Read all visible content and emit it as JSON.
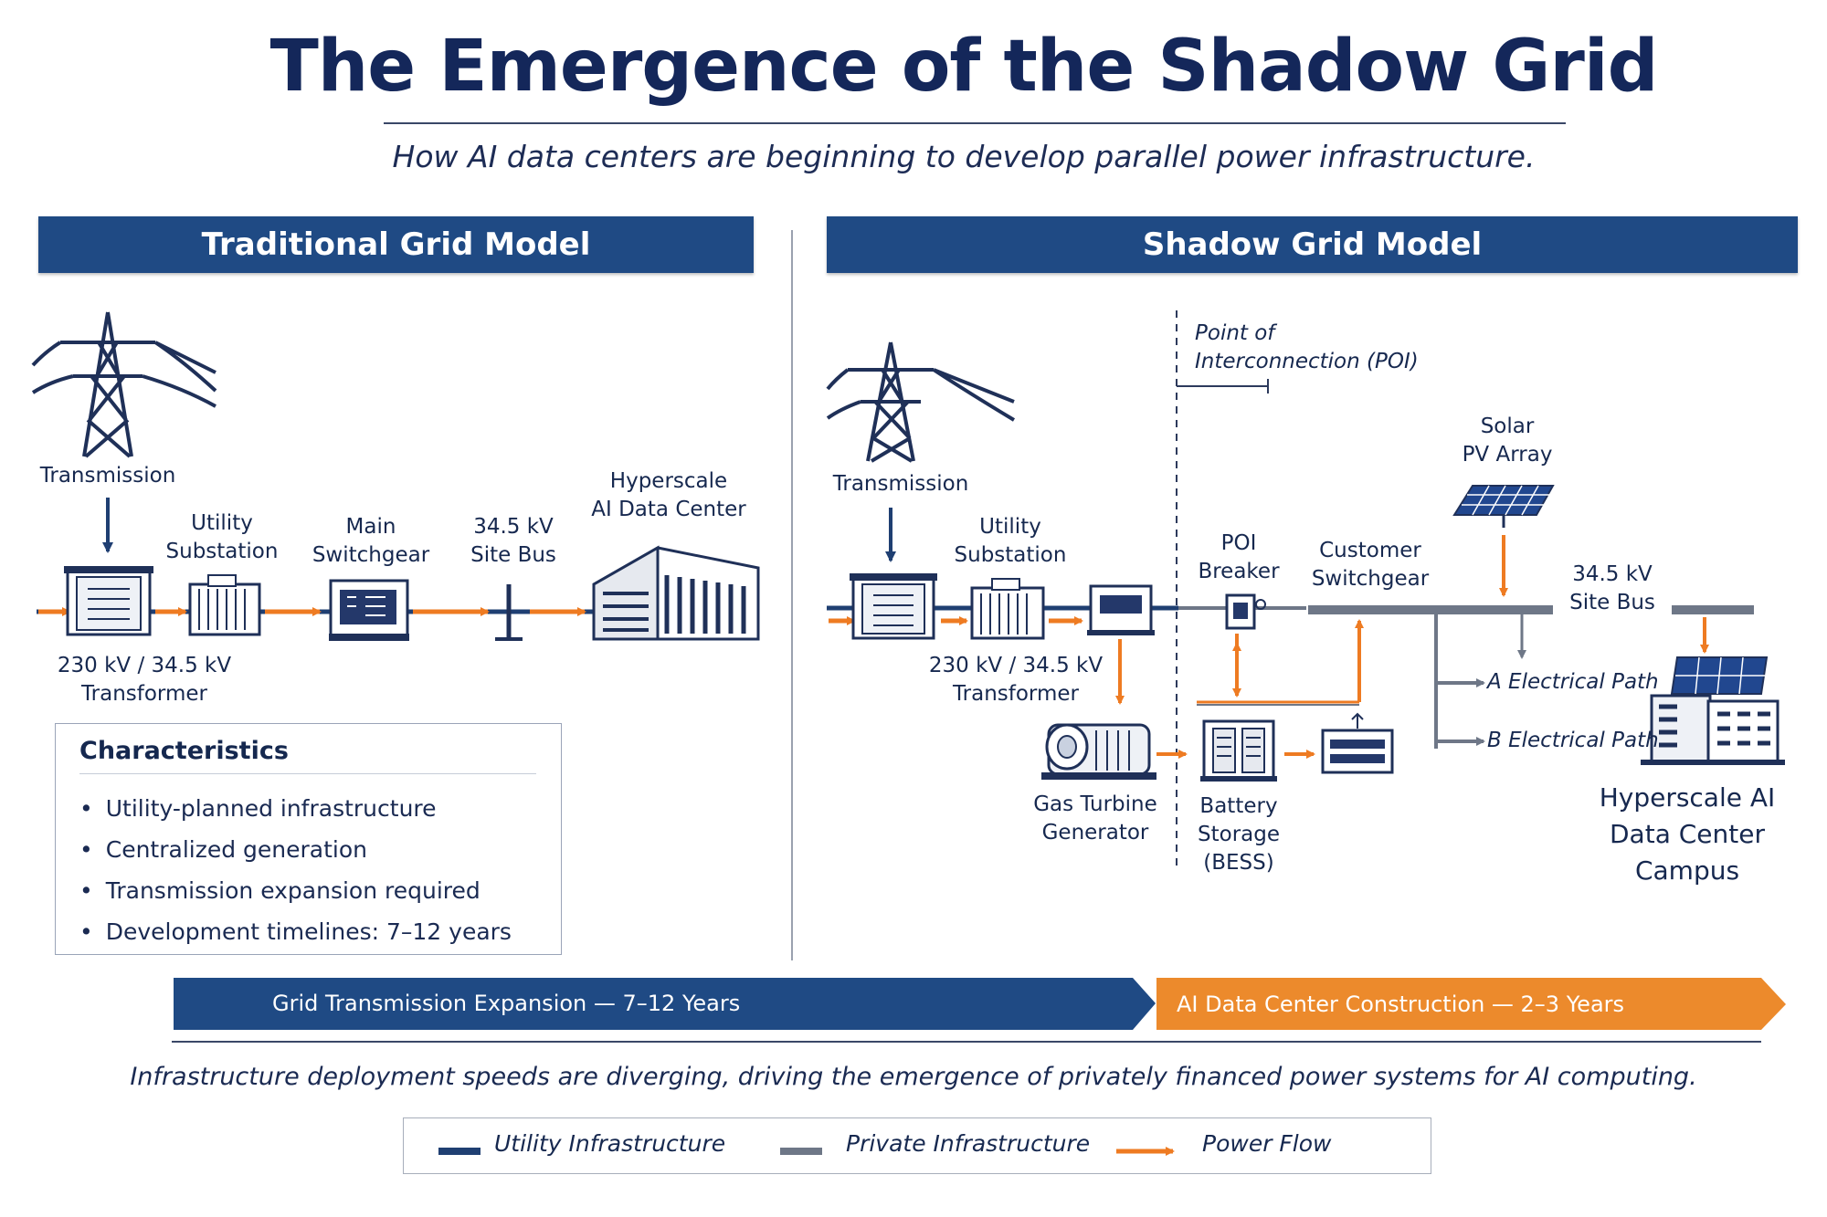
{
  "title": "The Emergence of the Shadow Grid",
  "subtitle": "How AI data centers are beginning to develop parallel power infrastructure.",
  "colors": {
    "utility": "#1f3f72",
    "private": "#6e7787",
    "power_flow": "#ee7b22",
    "banner": "#1f4a84",
    "timeline_blue": "#1f4a84",
    "timeline_orange": "#ec8a2c"
  },
  "traditional": {
    "header": "Traditional Grid Model",
    "transmission": "Transmission",
    "transformer_l1": "230 kV / 34.5 kV",
    "transformer_l2": "Transformer",
    "substation_l1": "Utility",
    "substation_l2": "Substation",
    "switchgear_l1": "Main",
    "switchgear_l2": "Switchgear",
    "bus_l1": "34.5 kV",
    "bus_l2": "Site Bus",
    "dc_l1": "Hyperscale",
    "dc_l2": "AI Data Center",
    "characteristics": {
      "title": "Characteristics",
      "items": [
        "Utility-planned infrastructure",
        "Centralized generation",
        "Transmission expansion required",
        "Development timelines: 7–12 years"
      ]
    }
  },
  "shadow": {
    "header": "Shadow Grid Model",
    "transmission": "Transmission",
    "substation_l1": "Utility",
    "substation_l2": "Substation",
    "transformer_l1": "230 kV / 34.5 kV",
    "transformer_l2": "Transformer",
    "poi_l1": "Point of",
    "poi_l2": "Interconnection (POI)",
    "poi_breaker_l1": "POI",
    "poi_breaker_l2": "Breaker",
    "cust_sw_l1": "Customer",
    "cust_sw_l2": "Switchgear",
    "solar_l1": "Solar",
    "solar_l2": "PV Array",
    "bus_l1": "34.5 kV",
    "bus_l2": "Site Bus",
    "path_a": "A Electrical Path",
    "path_b": "B Electrical Path",
    "gas_l1": "Gas Turbine",
    "gas_l2": "Generator",
    "bess_l1": "Battery",
    "bess_l2": "Storage",
    "bess_l3": "(BESS)",
    "campus_l1": "Hyperscale AI",
    "campus_l2": "Data Center Campus"
  },
  "timeline": {
    "grid": "Grid Transmission Expansion — 7–12 Years",
    "ai": "AI Data Center Construction — 2–3 Years"
  },
  "footnote": "Infrastructure deployment speeds are diverging, driving the emergence of privately financed power systems for AI computing.",
  "legend": {
    "utility": "Utility Infrastructure",
    "private": "Private Infrastructure",
    "power_flow": "Power Flow"
  }
}
